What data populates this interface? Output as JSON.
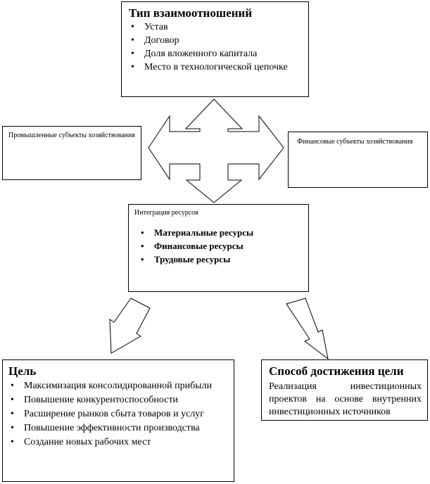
{
  "relations": {
    "title": "Тип взаимоотношений",
    "items": [
      "Устав",
      "Договор",
      "Доля вложенного капитала",
      "Место в технологической цепочке"
    ]
  },
  "industrial": {
    "label": "Промышленные субъекты хозяйствования"
  },
  "financial": {
    "label": "Финансовые субъекты хозяйствования"
  },
  "integration": {
    "title": "Интеграция ресурсов",
    "items": [
      "Материальные ресурсы",
      "Финансовые ресурсы",
      "Трудовые ресурсы"
    ]
  },
  "goal": {
    "title": "Цель",
    "items": [
      "Максимизация консолидированной прибыли",
      "Повышение конкурентоспособности",
      "Расширение рынков сбыта товаров и услуг",
      "Повышение эффективности производства",
      "Создание новых рабочих мест"
    ]
  },
  "method": {
    "title": "Способ достижения цели",
    "text": "Реализация инвестиционных проектов на основе внутренних инвестиционных источников"
  }
}
